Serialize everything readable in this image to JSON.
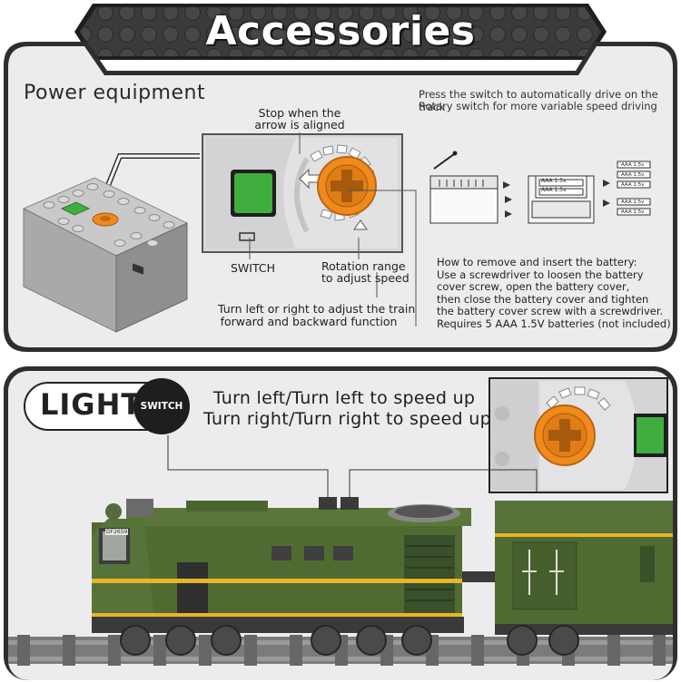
{
  "header": {
    "title": "Accessories"
  },
  "power": {
    "title": "Power equipment",
    "intro_line1": "Press the switch to automatically drive on the track",
    "intro_line2": "Rotary switch for more variable speed driving",
    "stop_line1": "Stop when the",
    "stop_line2": "arrow is aligned",
    "switch_label": "SWITCH",
    "rotation_line1": "Rotation range",
    "rotation_line2": "to adjust speed",
    "turn_line1": "Turn left or right to adjust the train",
    "turn_line2": "forward and backward function",
    "battery_lines": [
      "How to remove and insert the battery:",
      "Use a screwdriver to loosen the battery",
      "cover screw, open the battery cover,",
      "then close the battery cover and tighten",
      "the battery cover screw with a screwdriver.",
      "Requires 5 AAA 1.5V batteries (not included)"
    ],
    "battery_cell_text": "AAA 1.5v",
    "battery_cell_plus": "+",
    "battery_cell_minus": "-"
  },
  "light": {
    "label": "LIGHT",
    "badge": "SWITCH",
    "line1": "Turn left/Turn left to speed up",
    "line2": "Turn right/Turn right to speed up",
    "loco_number": "DF2659"
  },
  "colors": {
    "green_button": "#3fae3f",
    "orange_knob": "#f08a1c",
    "train_green": "#4f6b32",
    "stripe_yellow": "#e8b526",
    "panel_grey": "#e7e7e9",
    "frame_dark": "#2e2e2e"
  }
}
